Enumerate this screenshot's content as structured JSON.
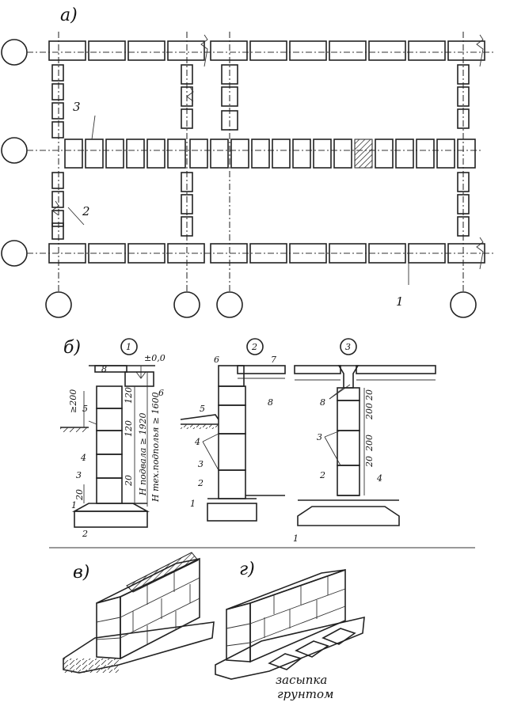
{
  "panels": {
    "a": "а)",
    "b": "б)",
    "v": "в)",
    "g": "г)"
  },
  "plan": {
    "callouts": {
      "c1": "1",
      "c2": "2",
      "c3": "3"
    }
  },
  "sections": {
    "s1": {
      "marker": "1",
      "level": "±0,0",
      "numbers": [
        "1",
        "2",
        "3",
        "4",
        "5",
        "6",
        "8"
      ],
      "dims": {
        "d200": "≥200",
        "d120a": "120",
        "d120b": "120",
        "d20a": "20",
        "d20b": "20",
        "hfloor": "Н подвала ≥ 1920",
        "htech": "Н тех.подполья ≥ 1600"
      }
    },
    "s2": {
      "marker": "2",
      "numbers": [
        "1",
        "2",
        "3",
        "4",
        "5",
        "6",
        "7",
        "8"
      ]
    },
    "s3": {
      "marker": "3",
      "numbers": [
        "1",
        "2",
        "3",
        "4",
        "8"
      ],
      "dims": {
        "d200a": "200",
        "d200b": "200",
        "d20a": "20",
        "d20b": "20"
      }
    }
  },
  "iso": {
    "backfill_line1": "засыпка",
    "backfill_line2": "грунтом"
  }
}
